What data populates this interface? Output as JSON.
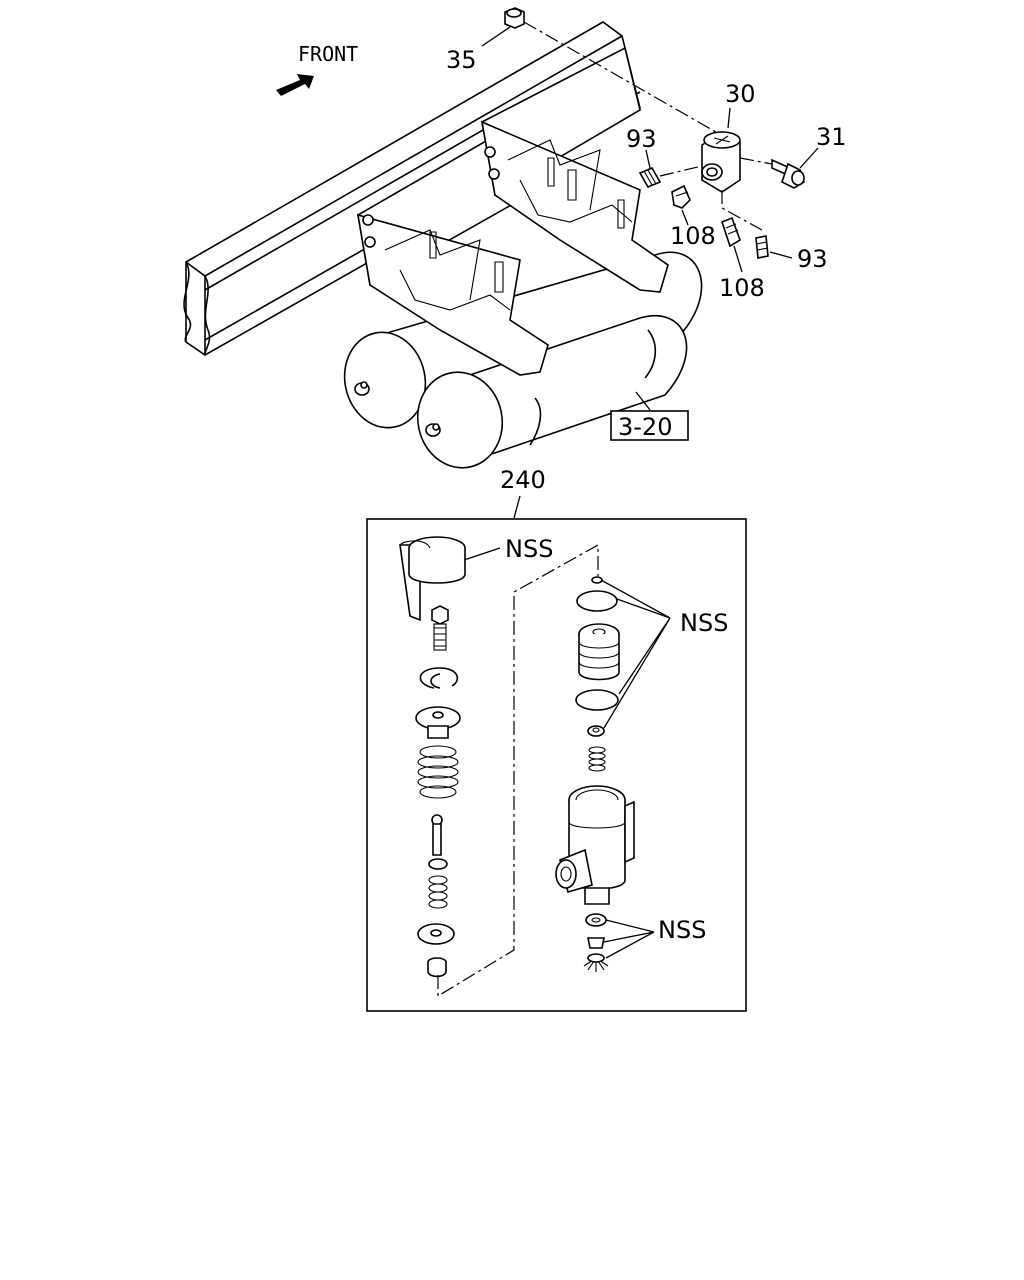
{
  "orientation": {
    "text": "FRONT"
  },
  "callouts": {
    "nut": "35",
    "valve": "30",
    "bolt": "31",
    "connector_upper": "93",
    "elbow_upper": "108",
    "connector_lower": "93",
    "elbow_lower": "108",
    "kit": "240"
  },
  "reference_box": "3-20",
  "kit_notes": {
    "cap": "NSS",
    "seals": "NSS",
    "bottom": "NSS"
  }
}
